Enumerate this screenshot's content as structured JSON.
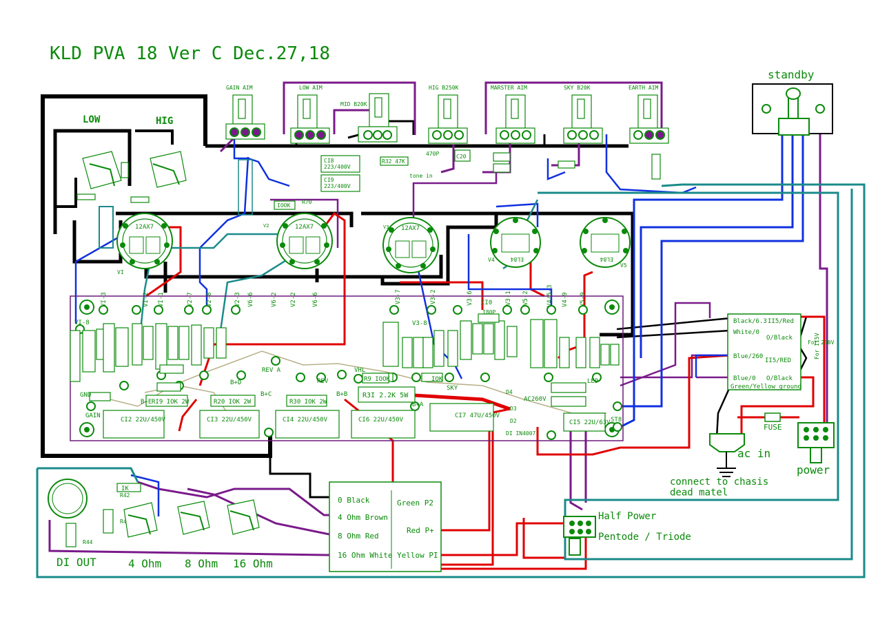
{
  "title": "KLD PVA 18 Ver C Dec.27,18",
  "colors": {
    "trace": "#0a8a0a",
    "black": "#000000",
    "red": "#e00000",
    "blue": "#1030e0",
    "purple": "#7a1a8a",
    "teal": "#1a8a8a",
    "board": "#6a1a7a"
  },
  "inputs": {
    "low": "LOW",
    "hig": "HIG"
  },
  "pots": [
    "GAIN AIM",
    "LOW AIM",
    "MID B20K",
    "HIG B250K",
    "MARSTER AIM",
    "SKY B20K",
    "EARTH AIM"
  ],
  "standby": "standby",
  "tubes": {
    "v1": "12AX7",
    "v2": "12AX7",
    "v3": "12AX7",
    "v4": "EL84",
    "v5": "EL84",
    "v1_lbl": "VI",
    "v2_lbl": "V2",
    "v3_lbl": "V3",
    "v4_lbl": "V4",
    "v5_lbl": "V5"
  },
  "tone": {
    "c18": "CI8\n223/400V",
    "c19": "CI9\n223/400V",
    "r32": "R32 47K",
    "c470p": "470P",
    "c20": "C20",
    "tone_in": "tone in",
    "r70": "R70",
    "r70_val": "IOOK"
  },
  "board": {
    "pin_labels": [
      "VI-8",
      "VI-3",
      "VI-2",
      "VI-1",
      "V2-7",
      "V2-8",
      "V2-3",
      "V6-6",
      "V6-2",
      "V2-2",
      "V6-6",
      "V3-7",
      "V3-2",
      "V3-8",
      "V3-6",
      "CI0",
      "I80P",
      "V3-1",
      "V5-2",
      "V4/5-3",
      "V4-9",
      "V5-9"
    ],
    "caps": [
      "CI2 22U/450V",
      "CI3 22U/450V",
      "CI4 22U/450V",
      "CI6 22U/450V",
      "CI7 47U/450V",
      "CI5 22U/63V"
    ],
    "res": [
      "RI9 IOK 2W",
      "R20 IOK 2W",
      "R30 IOK 2W",
      "R3I 2.2K 5W",
      "R9 IOOK",
      "IOK"
    ],
    "nodes": [
      "GND",
      "GAIN",
      "REV A",
      "REV",
      "B+D",
      "B+C",
      "B+B",
      "B+A",
      "B+E",
      "VHL",
      "SKY",
      "LED",
      "ST8",
      "AC260V",
      "DI IN4007",
      "D2",
      "D3",
      "D4"
    ]
  },
  "transformer": {
    "rows": [
      "Black/6.3",
      "White/0",
      "Blue/260",
      "Blue/0",
      "Green/Yellow ground"
    ],
    "right": [
      "II5/Red",
      "O/Black",
      "II5/RED",
      "O/Black"
    ],
    "for230": "For 230V",
    "for115": "For II5V"
  },
  "power": {
    "fuse": "FUSE",
    "ac_in": "ac in",
    "power": "power",
    "chassis": "connect to chasis\ndead matel"
  },
  "output": {
    "taps": [
      "0 Black",
      "4 Ohm Brown",
      "8 Ohm Red",
      "16 Ohm White"
    ],
    "pri": [
      "Green P2",
      "Red P+",
      "Yellow PI"
    ],
    "jacks": [
      "DI OUT",
      "4 Ohm",
      "8 Ohm",
      "16 Ohm"
    ],
    "r42": "R42",
    "ik": "IK",
    "r43": "R43",
    "r44": "R44",
    "half_power": "Half Power",
    "pentode_triode": "Pentode / Triode"
  }
}
